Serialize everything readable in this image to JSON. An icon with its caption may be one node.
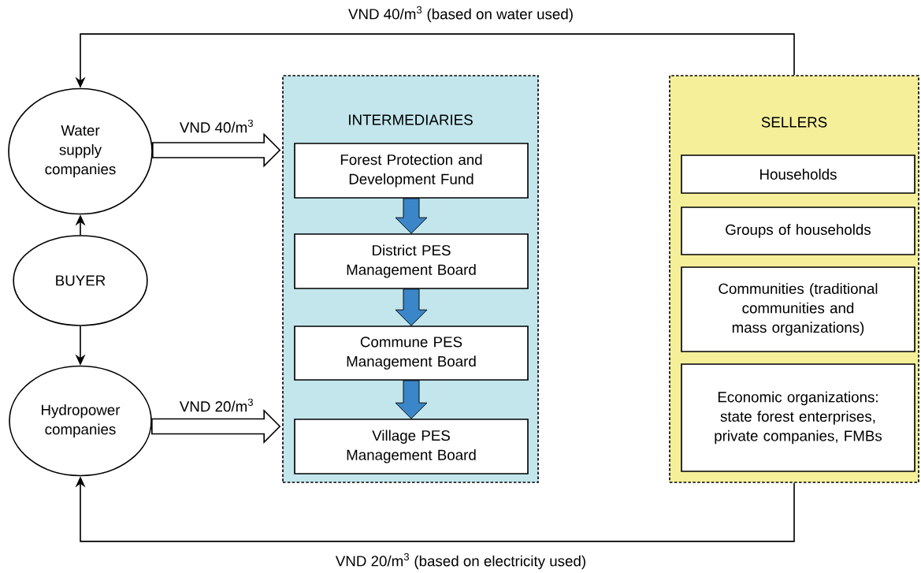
{
  "diagram": {
    "nodes": [
      {
        "text": [
          "Water supply companies"
        ]
      },
      {
        "text": [
          "BUYER"
        ]
      },
      {
        "text": [
          "Hydropower companies"
        ]
      },
      {
        "text": [
          "INTERMEDIARIES"
        ]
      },
      {
        "text": [
          "Forest Protection and Development Fund"
        ],
        "in": 3
      },
      {
        "text": [
          "District PES Management Board"
        ],
        "in": 3
      },
      {
        "text": [
          "Commune PES Management Board"
        ],
        "in": 3
      },
      {
        "text": [
          "Village PES Management Board"
        ],
        "in": 3
      },
      {
        "text": [
          "SELLERS"
        ]
      },
      {
        "text": [
          "Households"
        ],
        "in": 8
      },
      {
        "text": [
          "Groups of households"
        ],
        "in": 8
      },
      {
        "text": [
          "Communities (traditional communities and mass organizations)"
        ],
        "in": 8
      },
      {
        "text": [
          "Economic organizations: state forest enterprises, private companies, FMBs"
        ],
        "in": 8
      }
    ],
    "edges": [
      {
        "from": 8,
        "to": 0,
        "arrow": "to",
        "label": "VND 40/m$^{3}$ (based on water used)"
      },
      {
        "from": 8,
        "to": 2,
        "arrow": "to",
        "label": "VND 20/m$^{3}$ (based on electricity used)"
      },
      {
        "from": 1,
        "to": 0,
        "arrow": "to"
      },
      {
        "from": 1,
        "to": 2,
        "arrow": "to"
      },
      {
        "from": 0,
        "to": 3,
        "arrow": "to",
        "label": "VND 40/m$^{3}$",
        "style": "thick"
      },
      {
        "from": 2,
        "to": 3,
        "arrow": "to",
        "label": "VND 20/m$^{3}$",
        "style": "thick"
      },
      {
        "from": 4,
        "to": 5,
        "arrow": "to",
        "style": "thick",
        "color": "#3a86c8"
      },
      {
        "from": 5,
        "to": 6,
        "arrow": "to",
        "style": "thick",
        "color": "#3a86c8"
      },
      {
        "from": 6,
        "to": 7,
        "arrow": "to",
        "style": "thick",
        "color": "#3a86c8"
      }
    ]
  }
}
